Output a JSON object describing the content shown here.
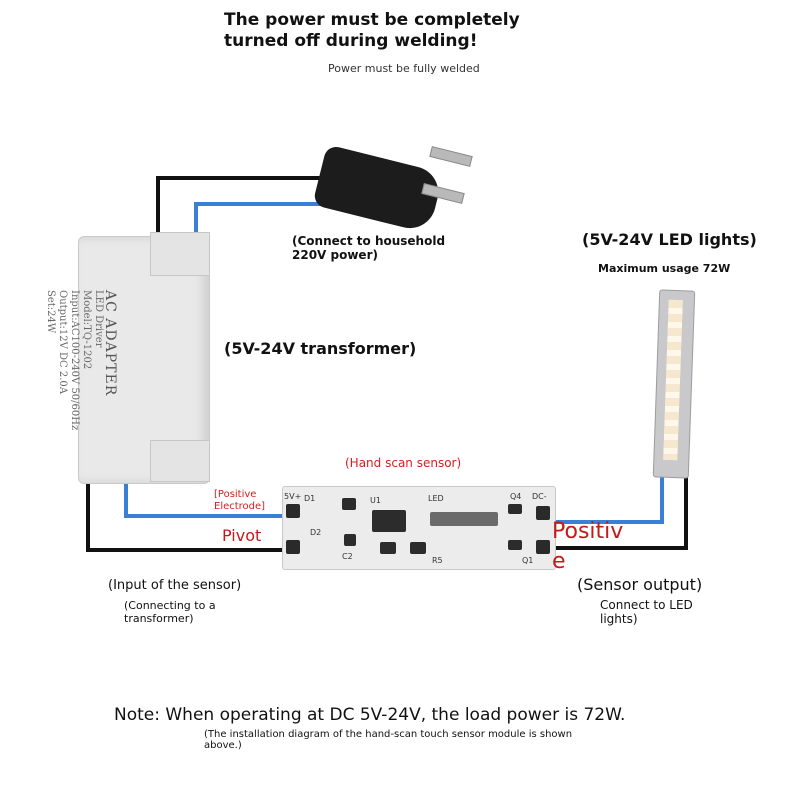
{
  "header": {
    "title": "The power must be completely turned off during welding!",
    "subtitle": "Power must be fully welded"
  },
  "plug": {
    "note": "(Connect to household 220V power)"
  },
  "transformer": {
    "label": "(5V-24V transformer)",
    "brand": "AC ADAPTER",
    "print_lines": [
      "LED Driver",
      "Model:TQ-1202",
      "Input:AC100-240V 50/60Hz",
      "Output:12V DC 2.0A",
      "Set:24W"
    ]
  },
  "led": {
    "title": "(5V-24V LED lights)",
    "subtitle": "Maximum usage 72W"
  },
  "sensor": {
    "label": "(Hand scan sensor)",
    "positive_electrode": "[Positive Electrode]",
    "pivot": "Pivot",
    "positive": "Positive",
    "board_labels": [
      "5V+",
      "LED",
      "Q4",
      "DC-",
      "D1",
      "Q1",
      "D2",
      "R5",
      "U1",
      "C2"
    ]
  },
  "input": {
    "label": "(Input of the sensor)",
    "sub": "(Connecting to a transformer)"
  },
  "output": {
    "label": "(Sensor output)",
    "sub": "Connect to LED lights)"
  },
  "footer": {
    "note": "Note: When operating at DC 5V-24V, the load power is 72W.",
    "sub": "(The installation diagram of the hand-scan touch sensor module is shown above.)"
  },
  "colors": {
    "wire_black": "#111111",
    "wire_blue": "#3a7fd6",
    "accent_red": "#c41a1a"
  }
}
